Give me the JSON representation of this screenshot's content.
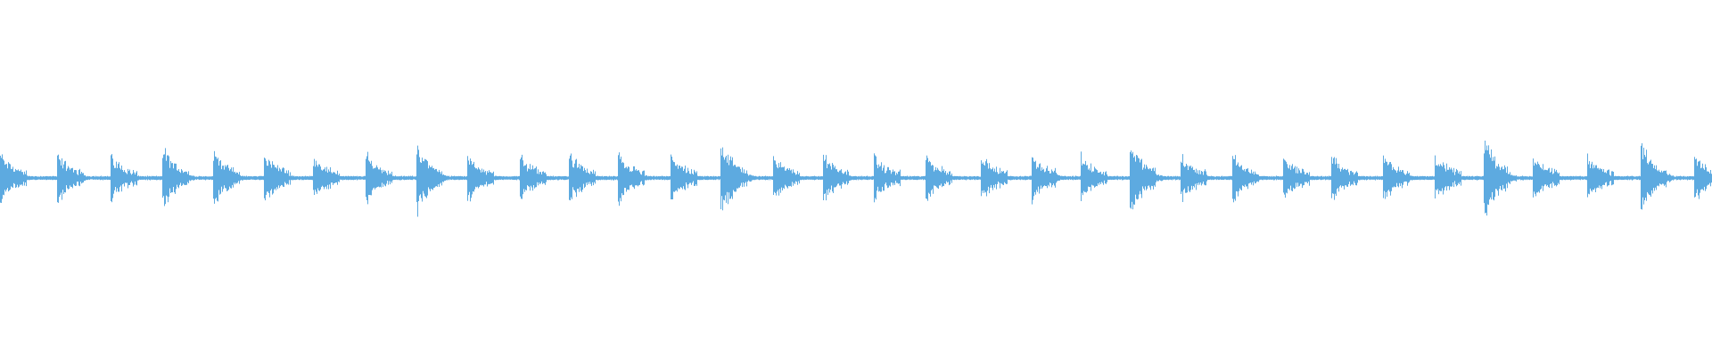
{
  "waveform": {
    "color": "#5DAAE0",
    "background": "#FFFFFF",
    "beat_peaks": [
      0.55,
      0.55,
      0.5,
      0.7,
      0.65,
      0.6,
      0.5,
      0.55,
      0.82,
      0.5,
      0.5,
      0.55,
      0.55,
      0.5,
      0.9,
      0.55,
      0.5,
      0.45,
      0.5,
      0.5,
      0.55,
      0.5,
      0.85,
      0.5,
      0.5,
      0.5,
      0.5,
      0.55,
      0.5,
      1.0,
      0.5,
      0.5,
      0.9,
      0.5
    ]
  }
}
